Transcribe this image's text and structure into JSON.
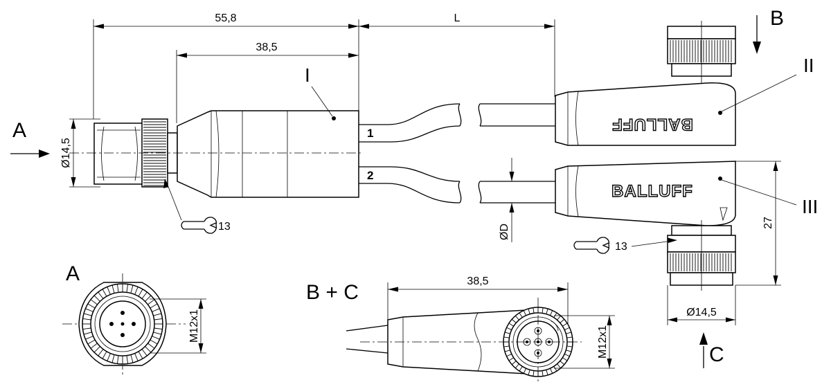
{
  "dimensions": {
    "overall_length": "55,8",
    "body_length": "38,5",
    "cable_length": "L",
    "diameter_left": "Ø14,5",
    "diameter_right": "Ø14,5",
    "cable_diameter": "ØD",
    "angled_height": "27",
    "bc_length": "38,5",
    "thread_a": "M12x1",
    "thread_bc": "M12x1",
    "wrench_left": "13",
    "wrench_right": "13"
  },
  "labels": {
    "view_a_arrow": "A",
    "view_b_arrow": "B",
    "view_c_arrow": "C",
    "view_a_title": "A",
    "view_bc_title": "B + C",
    "connector_1": "I",
    "connector_2": "II",
    "connector_3": "III",
    "cable_1": "1",
    "cable_2": "2"
  },
  "brand": {
    "upper": "BALLUFF",
    "lower": "BALLUFF"
  }
}
